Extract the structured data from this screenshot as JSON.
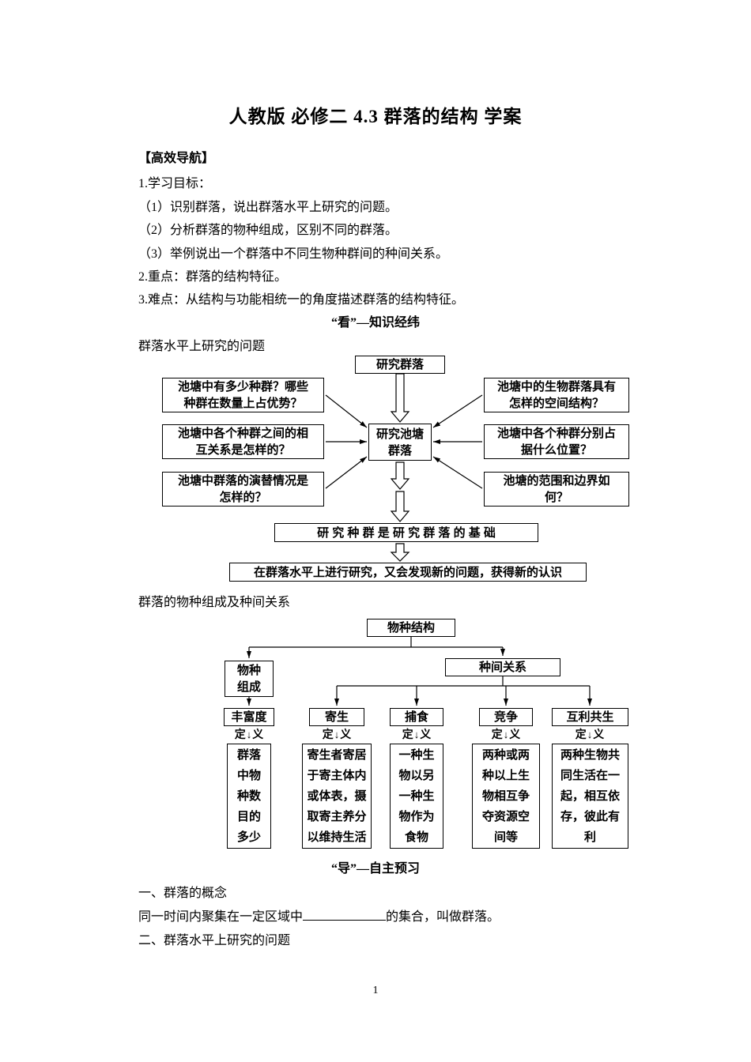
{
  "doc": {
    "title": "人教版 必修二 4.3 群落的结构 学案",
    "page_number": "1"
  },
  "guide": {
    "heading": "【高效导航】",
    "lines": [
      "1.学习目标：",
      "（1）识别群落，说出群落水平上研究的问题。",
      "（2）分析群落的物种组成，区别不同的群落。",
      "（3）举例说出一个群落中不同生物种群间的种间关系。",
      "2.重点：群落的结构特征。",
      "3.难点：从结构与功能相统一的角度描述群落的结构特征。"
    ]
  },
  "kan_section": {
    "heading": "“看”—知识经纬",
    "topic1": "群落水平上研究的问题",
    "topic2": "群落的物种组成及种间关系"
  },
  "diagram1": {
    "root": "研究群落",
    "center": "研究池塘\n群落",
    "left_boxes": [
      "池塘中有多少种群？哪些\n种群在数量上占优势？",
      "池塘中各个种群之间的相\n互关系是怎样的？",
      "池塘中群落的演替情况是\n怎样的？"
    ],
    "right_boxes": [
      "池塘中的生物群落具有\n怎样的空间结构？",
      "池塘中各个种群分别占\n据什么位置？",
      "池塘的范围和边界如\n何？"
    ],
    "conclusion1": "研 究 种 群 是 研 究 群 落 的 基 础",
    "conclusion2": "在群落水平上进行研究，又会发现新的问题，获得新的认识"
  },
  "diagram2": {
    "root": "物种结构",
    "branch_left": "物种\n组成",
    "branch_right": "种间关系",
    "def_label": {
      "left": "定",
      "arrow": "↓",
      "right": "义"
    },
    "items": [
      {
        "label": "丰富度",
        "definition": "群落\n中物\n种数\n目的\n多少"
      },
      {
        "label": "寄生",
        "definition": "寄生者寄居\n于寄主体内\n或体表，摄\n取寄主养分\n以维持生活"
      },
      {
        "label": "捕食",
        "definition": "一种生\n物以另\n一种生\n物作为\n食物"
      },
      {
        "label": "竞争",
        "definition": "两种或两\n种以上生\n物相互争\n夺资源空\n间等"
      },
      {
        "label": "互利共生",
        "definition": "两种生物共\n同生活在一\n起，相互依\n存，彼此有\n利"
      }
    ]
  },
  "dao_section": {
    "heading": "“导”—自主预习",
    "line1": "一、群落的概念",
    "concept_pre": "同一时间内聚集在一定区域中",
    "concept_post": "的集合，叫做群落。",
    "line3": "二、群落水平上研究的问题"
  }
}
